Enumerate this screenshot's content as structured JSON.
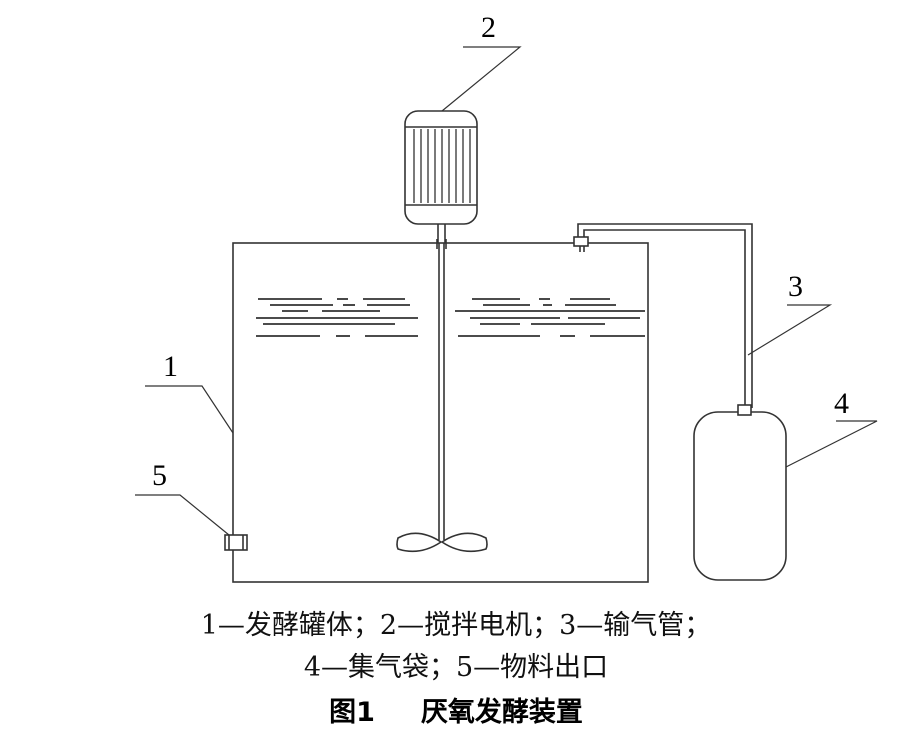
{
  "callouts": {
    "tank": "1",
    "motor": "2",
    "gas_pipe": "3",
    "gas_bag": "4",
    "outlet": "5"
  },
  "legend": {
    "line1": "1—发酵罐体；2—搅拌电机；3—输气管；",
    "line2": "4—集气袋；5—物料出口"
  },
  "caption": {
    "number": "图1",
    "title": "厌氧发酵装置"
  },
  "colors": {
    "stroke": "#333333",
    "text": "#000000"
  }
}
